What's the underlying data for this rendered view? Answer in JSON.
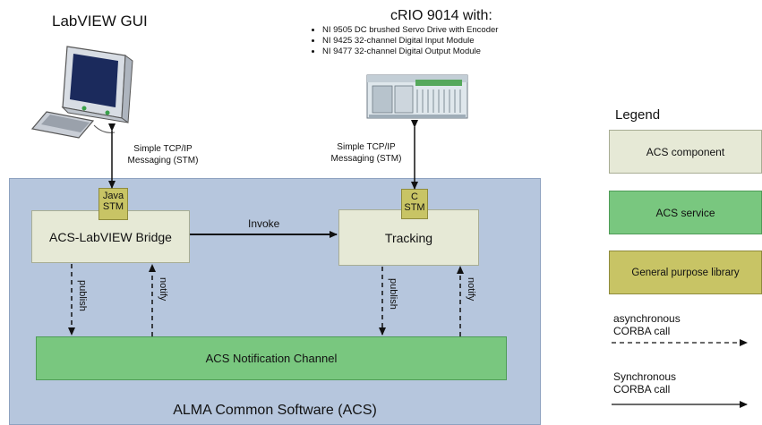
{
  "titles": {
    "gui": "LabVIEW GUI",
    "crio": "cRIO 9014 with:",
    "crio_modules": [
      "NI 9505 DC brushed Servo Drive with Encoder",
      "NI 9425 32-channel Digital Input Module",
      "NI 9477 32-channel Digital Output Module"
    ]
  },
  "messaging": {
    "left": [
      "Simple TCP/IP",
      "Messaging (STM)"
    ],
    "right": [
      "Simple TCP/IP",
      "Messaging (STM)"
    ]
  },
  "acs": {
    "area_label": "ALMA Common Software (ACS)",
    "bridge": "ACS-LabVIEW Bridge",
    "tracking": "Tracking",
    "java_stm": [
      "Java",
      "STM"
    ],
    "c_stm": [
      "C",
      "STM"
    ],
    "notification_channel": "ACS Notification Channel",
    "invoke": "Invoke",
    "publish": "publish",
    "notify": "notify"
  },
  "legend": {
    "title": "Legend",
    "component": "ACS component",
    "service": "ACS service",
    "library": "General purpose library",
    "async": [
      "asynchronous",
      "CORBA call"
    ],
    "sync": [
      "Synchronous",
      "CORBA call"
    ]
  },
  "colors": {
    "acs_area": "#b6c6dd",
    "component": "#e6e9d6",
    "service": "#79c77f",
    "library": "#c8c465"
  }
}
